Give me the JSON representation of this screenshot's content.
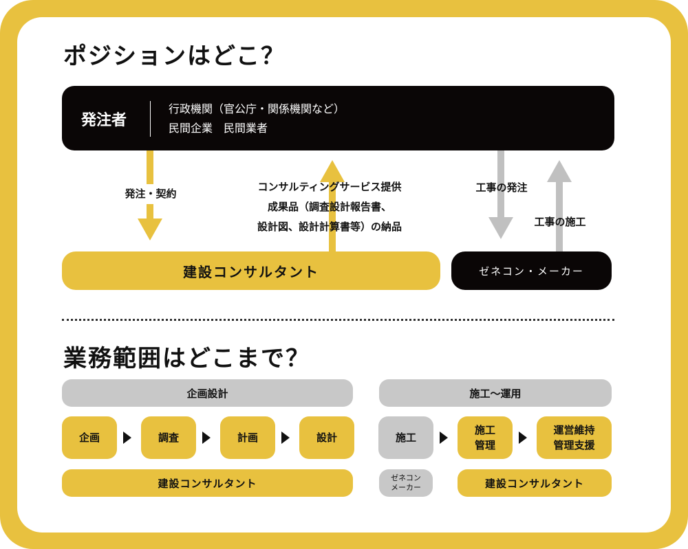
{
  "section1": {
    "title": "ポジションはどこ？",
    "client": {
      "label": "発注者",
      "line1": "行政機関（官公庁・関係機関など）",
      "line2": "民間企業　民間業者"
    },
    "arrow_order": "発注・契約",
    "arrow_deliver": [
      "コンサルティングサービス提供",
      "成果品（調査設計報告書、",
      "設計図、設計計算書等）の納品"
    ],
    "arrow_construction_order": "工事の発注",
    "arrow_construction": "工事の施工",
    "consultant": "建設コンサルタント",
    "contractor": "ゼネコン・メーカー"
  },
  "section2": {
    "title": "業務範囲はどこまで？",
    "phase_planning": "企画設計",
    "phase_construction": "施工〜運用",
    "steps": [
      {
        "label": "企画"
      },
      {
        "label": "調査"
      },
      {
        "label": "計画"
      },
      {
        "label": "設計"
      },
      {
        "label": "施工"
      },
      {
        "line1": "施工",
        "line2": "管理"
      },
      {
        "line1": "運営維持",
        "line2": "管理支援"
      }
    ],
    "owner_left": "建設コンサルタント",
    "owner_mid": [
      "ゼネコン",
      "メーカー"
    ],
    "owner_right": "建設コンサルタント"
  },
  "colors": {
    "yellow": "#E8C13F",
    "gray": "#C8C8C8",
    "black": "#0a0606"
  }
}
